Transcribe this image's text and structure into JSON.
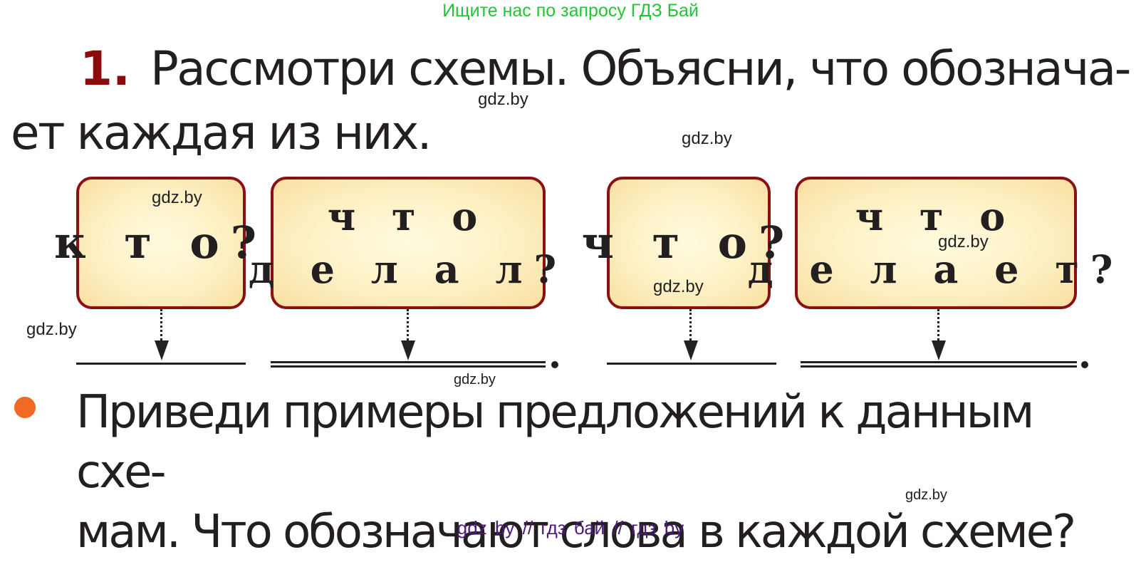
{
  "banner": {
    "text": "Ищите нас по запросу ГДЗ Бай",
    "color": "#22c534"
  },
  "exercise": {
    "number": "1.",
    "number_color": "#8b0a0a",
    "heading_line1": "Рассмотри схемы. Объясни, что обознача-",
    "heading_line2": "ет каждая из них."
  },
  "schemes": [
    {
      "question_lines": [
        "к т о?"
      ],
      "underline": "single",
      "label": "subject"
    },
    {
      "question_lines": [
        "ч т о",
        "д е л а л?"
      ],
      "underline": "double",
      "label": "predicate"
    },
    {
      "question_lines": [
        "ч т о?"
      ],
      "underline": "single",
      "label": "subject"
    },
    {
      "question_lines": [
        "ч т о",
        "д е л а е т?"
      ],
      "underline": "double",
      "label": "predicate"
    }
  ],
  "card_colors": {
    "border": "#8a1014",
    "fill": "#fdefc1"
  },
  "task": {
    "bullet_color": "#f06a25",
    "line1": "Приведи примеры предложений к данным схе-",
    "line2": "мам. Что обозначают слова в каждой схеме?"
  },
  "watermarks": [
    "gdz.by",
    "gdz.by",
    "gdz.by",
    "gdz.by",
    "gdz.by",
    "gdz.by",
    "gdz.by",
    "gdz.by",
    "gdz.by"
  ],
  "footer": {
    "text": "gdz by  //  гдз бай  //  гдз by",
    "color": "#4b1a7a"
  }
}
